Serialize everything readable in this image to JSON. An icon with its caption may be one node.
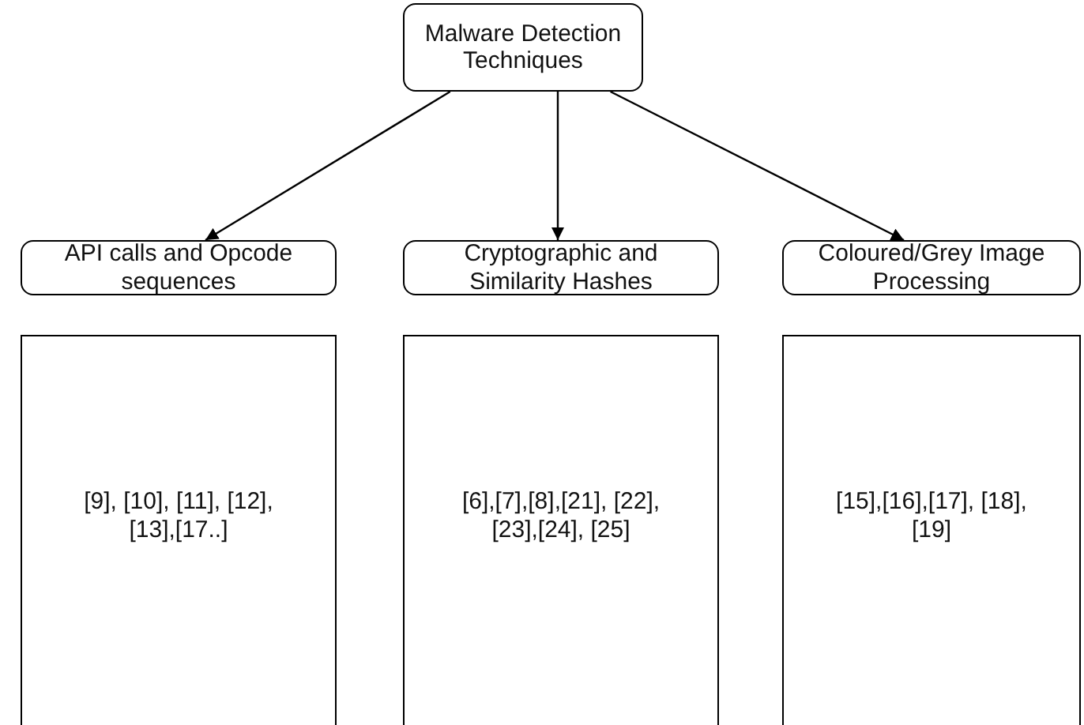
{
  "diagram": {
    "nodes": [
      {
        "text": [
          "Malware Detection Techniques"
        ]
      },
      {
        "text": [
          "API calls and Opcode sequences"
        ]
      },
      {
        "text": [
          "Cryptographic and Similarity Hashes"
        ]
      },
      {
        "text": [
          "Coloured/Grey Image Processing"
        ]
      },
      {
        "text": [
          "[9], [10], [11], [12],[13],[17..]"
        ]
      },
      {
        "text": [
          "[6],[7],[8],[21], [22],[23],[24], [25]"
        ]
      },
      {
        "text": [
          "[15],[16],[17], [18],[19]"
        ]
      }
    ],
    "edges": [
      {
        "from": 0,
        "to": 1,
        "arrow": "to"
      },
      {
        "from": 0,
        "to": 2,
        "arrow": "to"
      },
      {
        "from": 0,
        "to": 3,
        "arrow": "to"
      }
    ]
  }
}
